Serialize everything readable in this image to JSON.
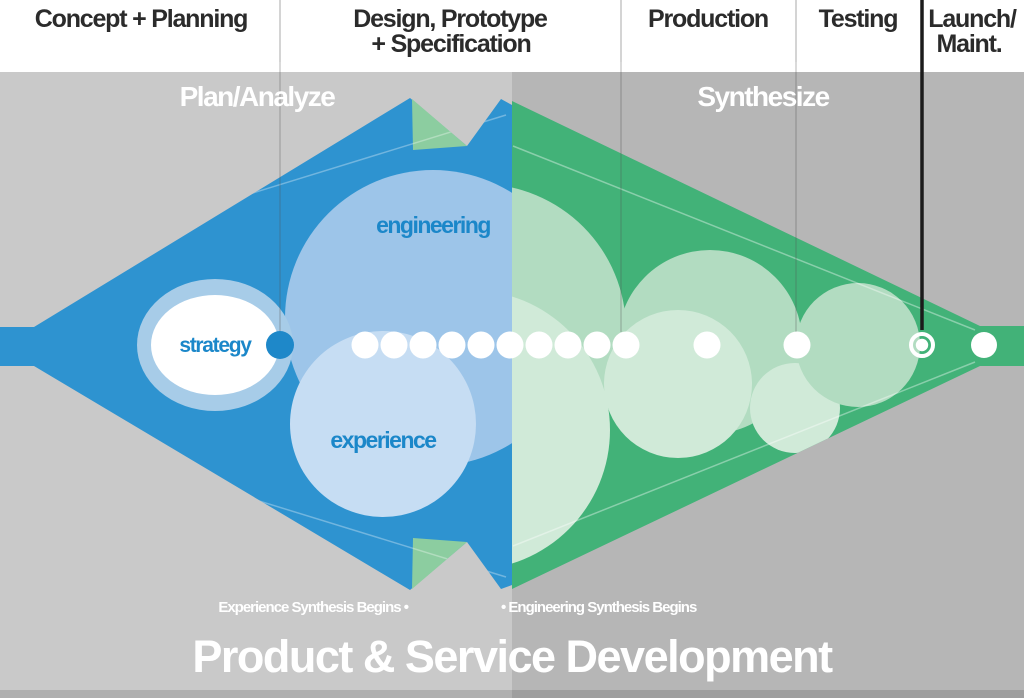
{
  "header": {
    "phases": [
      {
        "line1": "Concept + Planning",
        "line2": ""
      },
      {
        "line1": "Design, Prototype",
        "line2": "+ Specification"
      },
      {
        "line1": "Production",
        "line2": ""
      },
      {
        "line1": "Testing",
        "line2": ""
      },
      {
        "line1": "Launch/",
        "line2": "Maint."
      }
    ]
  },
  "bands": {
    "plan": "Plan/Analyze",
    "synthesize": "Synthesize"
  },
  "labels": {
    "strategy": "strategy",
    "engineering": "engineering",
    "experience": "experience"
  },
  "annotations": {
    "experience_begins": "Experience Synthesis Begins •",
    "engineering_begins": "• Engineering Synthesis Begins"
  },
  "footer": {
    "title": "Product & Service Development"
  },
  "colors": {
    "blue_lens": "#2E93D0",
    "green_lens": "#42B278",
    "mint_triangle": "#8CCDA0",
    "mint_circle": "#B2DCC1",
    "mint_circle_light": "#D0EAD8",
    "engineering_circle": "#9DC5E9",
    "experience_circle": "#C6DDF3",
    "strategy_halo": "#A7CCE8",
    "gray_left": "#C9C9C9",
    "gray_right": "#B6B6B6",
    "label_blue": "#1B87C9",
    "header_text": "#2B2B2B",
    "divider_black": "#1B1B1B"
  }
}
